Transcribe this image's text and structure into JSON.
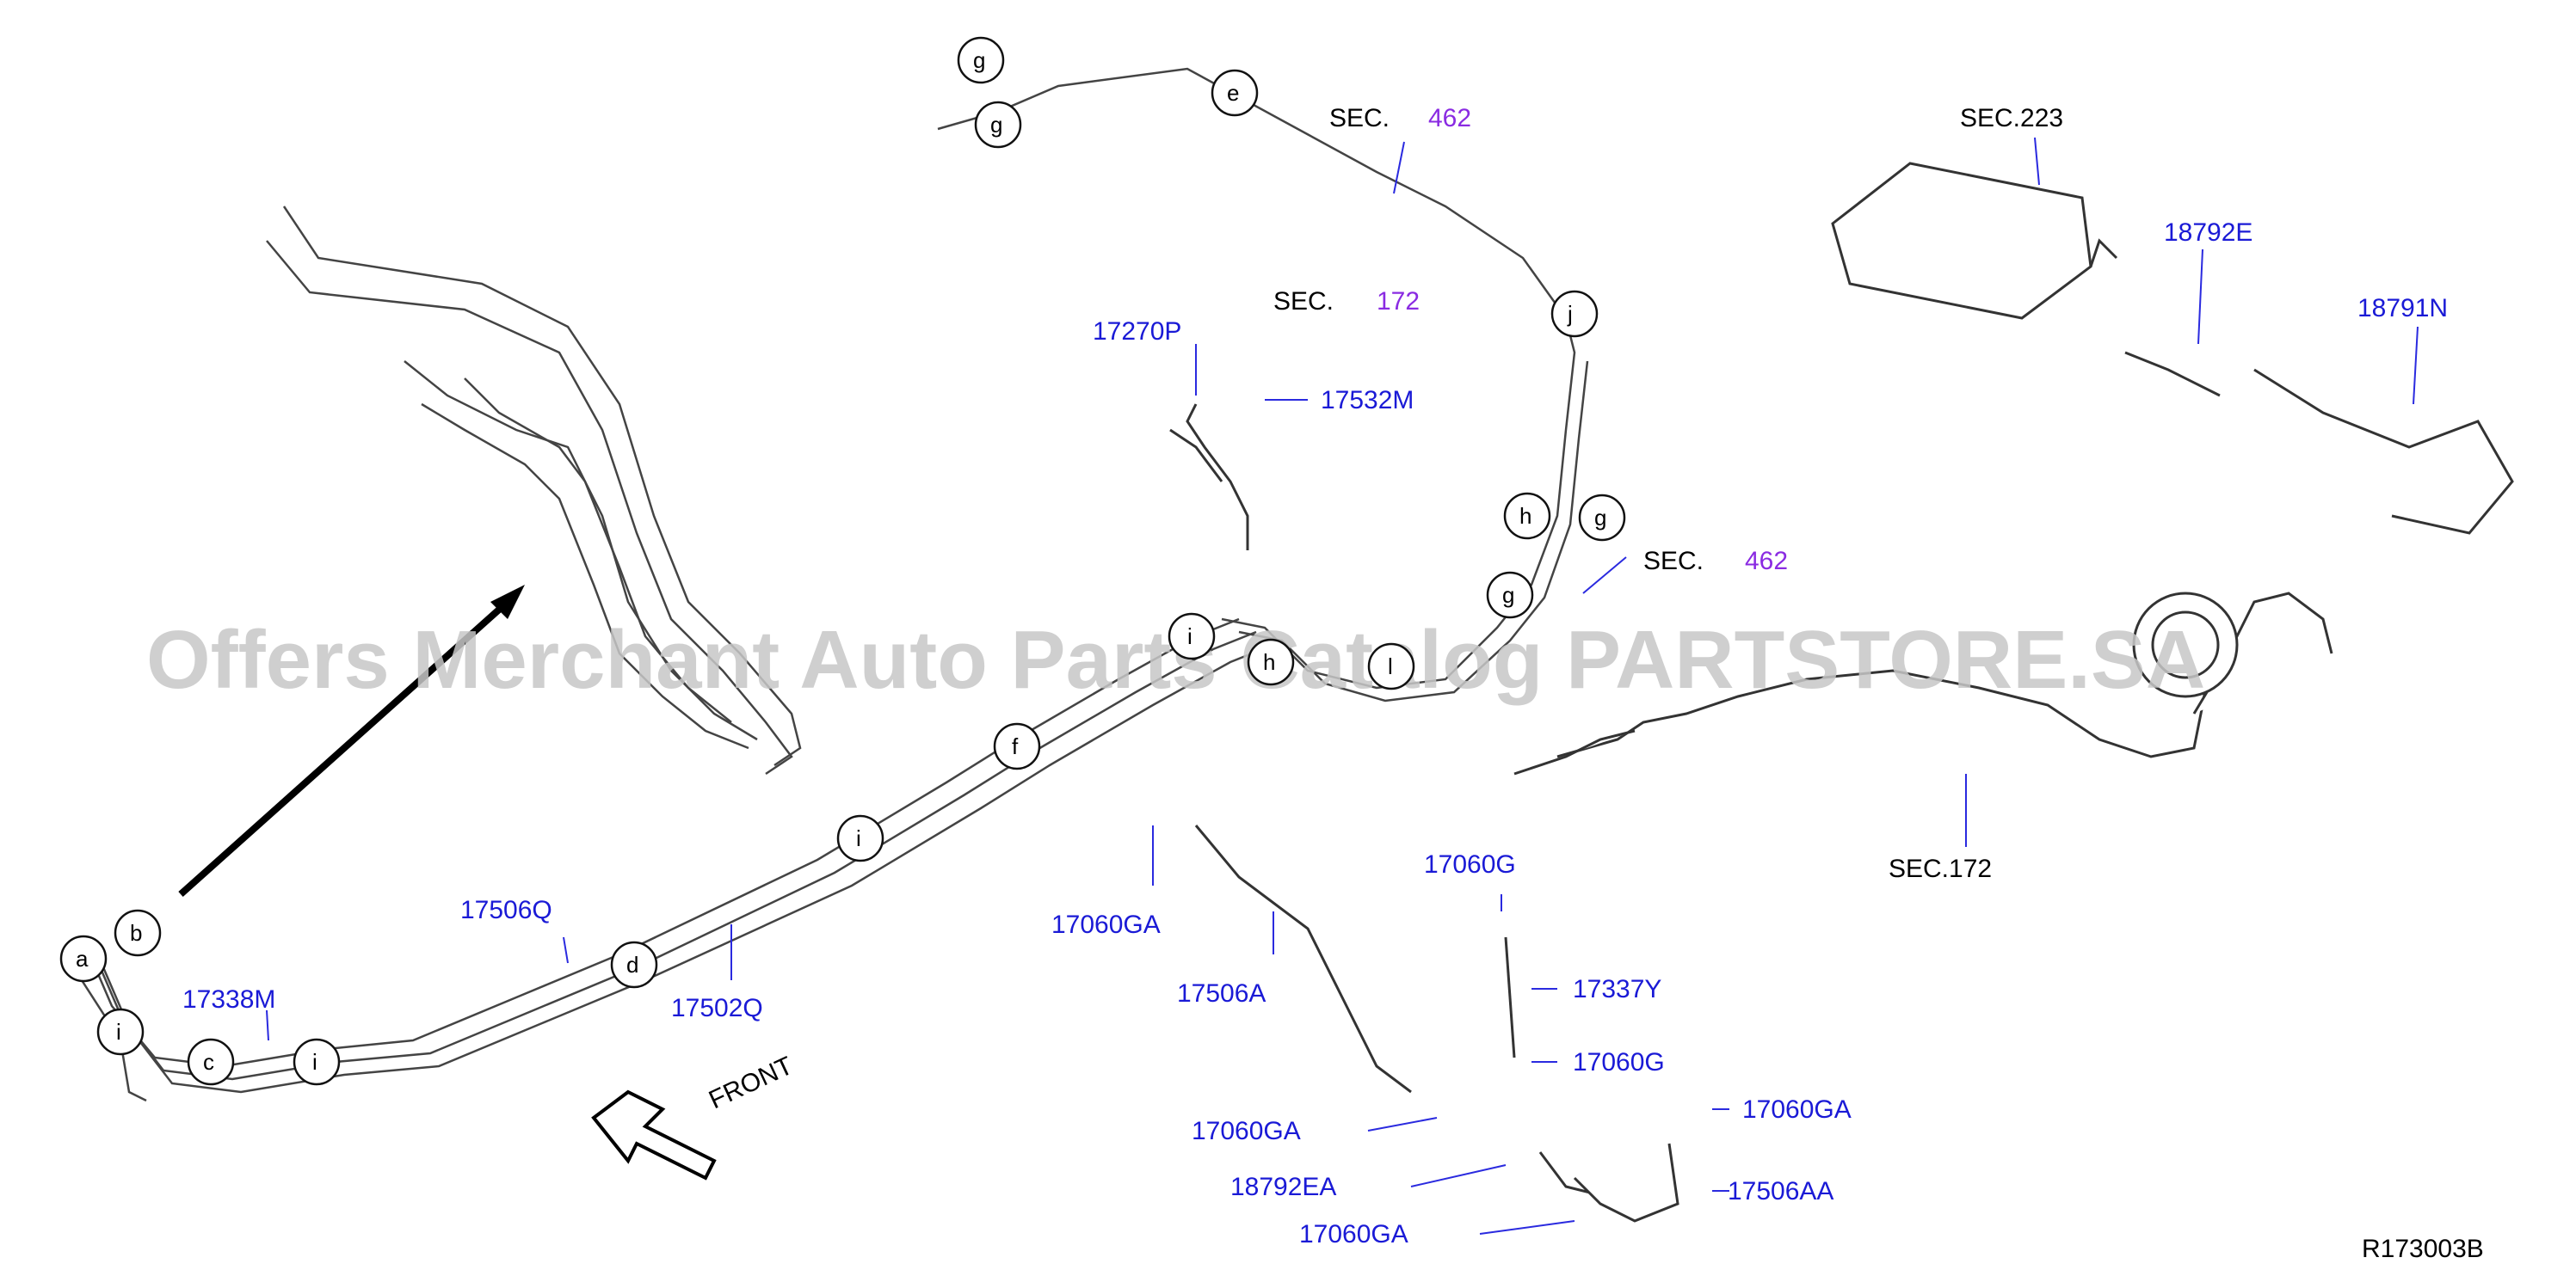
{
  "watermark": "Offers Merchant Auto Parts Catalog PARTSTORE.SA",
  "diagram_id": "R173003B",
  "front_label": "FRONT",
  "sec_labels": {
    "sec_462_top_prefix": "SEC.",
    "sec_462_top_num": "462",
    "sec_172_prefix": "SEC.",
    "sec_172_num": "172",
    "sec_462_mid_prefix": "SEC.",
    "sec_462_mid_num": "462",
    "sec_223": "SEC.223",
    "sec_172_bottom": "SEC.172"
  },
  "parts": {
    "p17270P": "17270P",
    "p17532M": "17532M",
    "p18792E": "18792E",
    "p18791N": "18791N",
    "p17506Q": "17506Q",
    "p17338M": "17338M",
    "p17502Q": "17502Q",
    "p17060GA_1": "17060GA",
    "p17506A": "17506A",
    "p17060G_1": "17060G",
    "p17337Y": "17337Y",
    "p17060G_2": "17060G",
    "p17060GA_2": "17060GA",
    "p17060GA_3": "17060GA",
    "p18792EA": "18792EA",
    "p17506AA": "17506AA",
    "p17060GA_4": "17060GA"
  },
  "connectors": {
    "g1": "g",
    "g2": "g",
    "e": "e",
    "j": "j",
    "h1": "h",
    "g3": "g",
    "g4": "g",
    "i1": "i",
    "h2": "h",
    "l": "l",
    "f": "f",
    "i2": "i",
    "d": "d",
    "b": "b",
    "a": "a",
    "i3": "i",
    "c": "c",
    "i4": "i"
  }
}
